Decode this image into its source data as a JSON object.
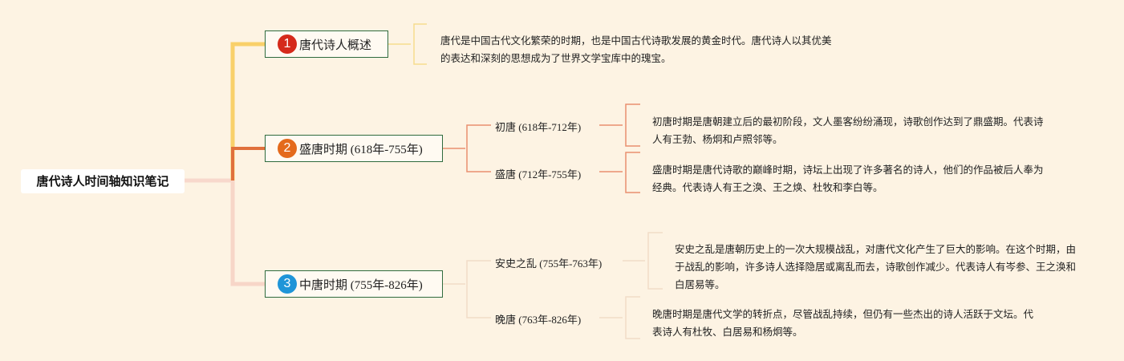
{
  "root": {
    "title": "唐代诗人时间轴知识笔记"
  },
  "topics": [
    {
      "number": "1",
      "label": "唐代诗人概述",
      "color": "#d52a1b",
      "description": "唐代是中国古代文化繁荣的时期，也是中国古代诗歌发展的黄金时代。唐代诗人以其优美的表达和深刻的思想成为了世界文学宝库中的瑰宝。"
    },
    {
      "number": "2",
      "label": "盛唐时期 (618年-755年)",
      "color": "#e46a1c",
      "children": [
        {
          "label": "初唐 (618年-712年)",
          "description": "初唐时期是唐朝建立后的最初阶段，文人墨客纷纷涌现，诗歌创作达到了鼎盛期。代表诗人有王勃、杨炯和卢照邻等。"
        },
        {
          "label": "盛唐 (712年-755年)",
          "description": "盛唐时期是唐代诗歌的巅峰时期，诗坛上出现了许多著名的诗人，他们的作品被后人奉为经典。代表诗人有王之涣、王之焕、杜牧和李白等。"
        }
      ]
    },
    {
      "number": "3",
      "label": "中唐时期 (755年-826年)",
      "color": "#1f95d8",
      "children": [
        {
          "label": "安史之乱 (755年-763年)",
          "description": "安史之乱是唐朝历史上的一次大规模战乱，对唐代文化产生了巨大的影响。在这个时期，由于战乱的影响，许多诗人选择隐居或离乱而去，诗歌创作减少。代表诗人有岑参、王之涣和白居易等。"
        },
        {
          "label": "晚唐 (763年-826年)",
          "description": "晚唐时期是唐代文学的转折点，尽管战乱持续，但仍有一些杰出的诗人活跃于文坛。代表诗人有杜牧、白居易和杨炯等。"
        }
      ]
    }
  ],
  "colors": {
    "branch1": "#f9d06a",
    "branch2": "#e0703c",
    "branch3": "#f7d6c8",
    "root_link": "#f8d8cc",
    "sub_link2": "#ea9070",
    "sub_link3": "#f1dcc8",
    "bracket1": "#f6dc8e"
  }
}
